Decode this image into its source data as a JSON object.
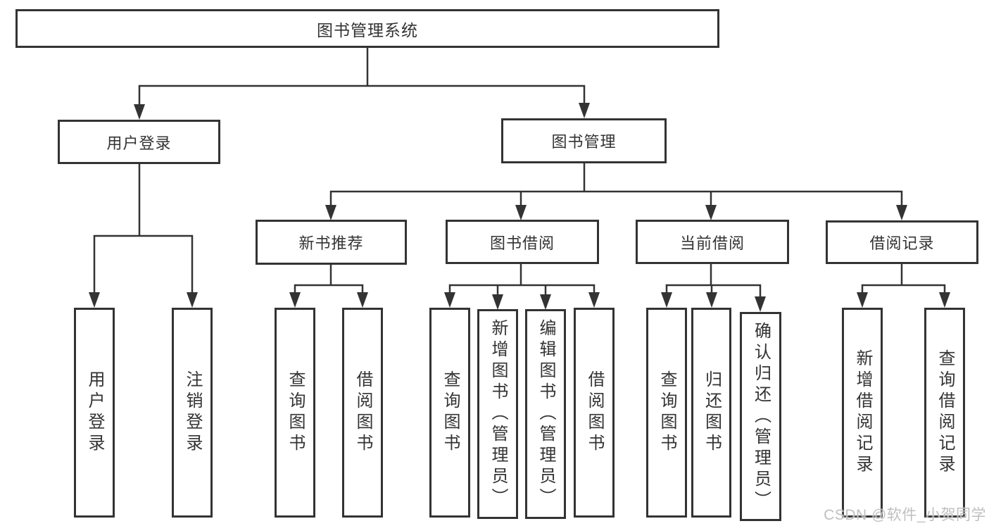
{
  "tree": {
    "root": {
      "label": "图书管理系统"
    },
    "user_login": {
      "label": "用户登录",
      "children": [
        {
          "label": "用户登录"
        },
        {
          "label": "注销登录"
        }
      ]
    },
    "book_mgmt": {
      "label": "图书管理",
      "children": [
        {
          "label": "新书推荐",
          "children": [
            {
              "label": "查询图书"
            },
            {
              "label": "借阅图书"
            }
          ]
        },
        {
          "label": "图书借阅",
          "children": [
            {
              "label": "查询图书"
            },
            {
              "label": "新增图书（管理员）"
            },
            {
              "label": "编辑图书（管理员）"
            },
            {
              "label": "借阅图书"
            }
          ]
        },
        {
          "label": "当前借阅",
          "children": [
            {
              "label": "查询图书"
            },
            {
              "label": "归还图书"
            },
            {
              "label": "确认归还（管理员）"
            }
          ]
        },
        {
          "label": "借阅记录",
          "children": [
            {
              "label": "新增借阅记录"
            },
            {
              "label": "查询借阅记录"
            }
          ]
        }
      ]
    }
  },
  "colors": {
    "line": "#333333",
    "watermark": "#bcbcbc",
    "background": "#ffffff"
  },
  "watermark": {
    "text": "CSDN @软件_小贺同学"
  }
}
